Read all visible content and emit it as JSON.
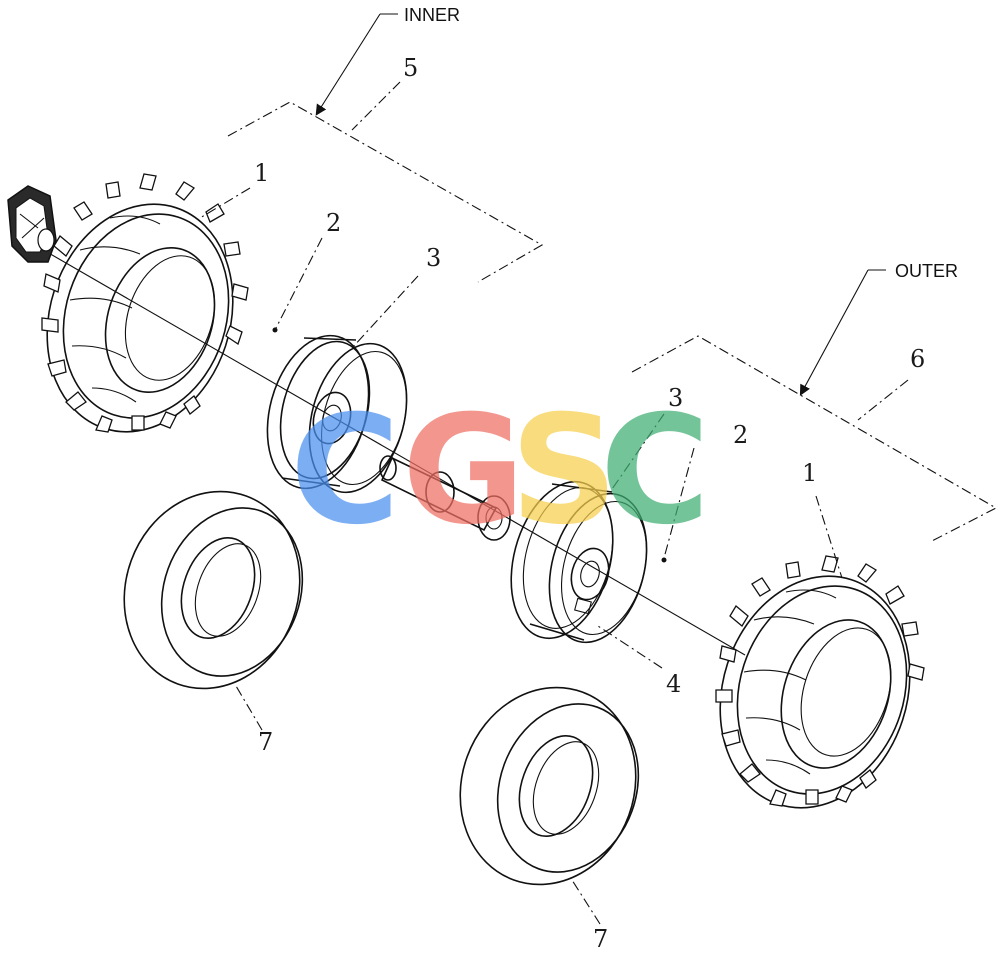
{
  "labels": {
    "inner": "INNER",
    "outer": "OUTER"
  },
  "callouts": {
    "c1a": "1",
    "c1b": "1",
    "c2a": "2",
    "c2b": "2",
    "c3a": "3",
    "c3b": "3",
    "c4": "4",
    "c5": "5",
    "c6": "6",
    "c7a": "7",
    "c7b": "7"
  },
  "watermark": {
    "letters": [
      "C",
      "G",
      "S",
      "C"
    ],
    "colors": [
      "#4a8ff0",
      "#ef6e63",
      "#f6cf4c",
      "#3fae72"
    ]
  },
  "colors": {
    "line": "#111111",
    "background": "#ffffff"
  }
}
